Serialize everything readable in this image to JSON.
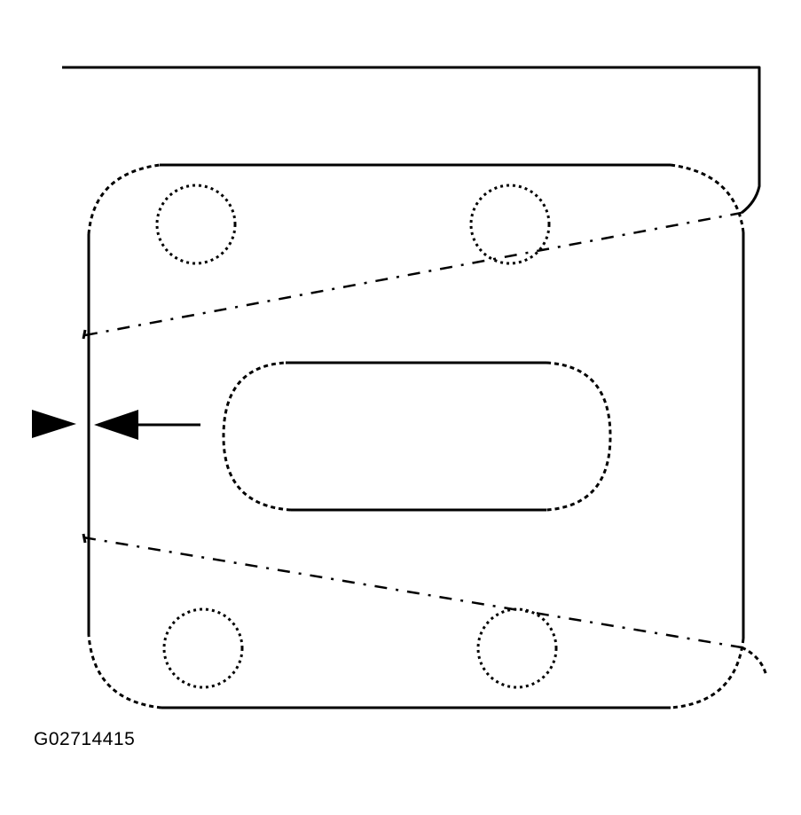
{
  "figure": {
    "id_label": "G02714415"
  },
  "colors": {
    "line": "#000000",
    "background": "#ffffff"
  },
  "parts": {
    "gasket": "exhaust-flange-gasket",
    "bolt_holes": 4,
    "center_port": "oval-port",
    "arrow": "direction-arrow-left"
  }
}
